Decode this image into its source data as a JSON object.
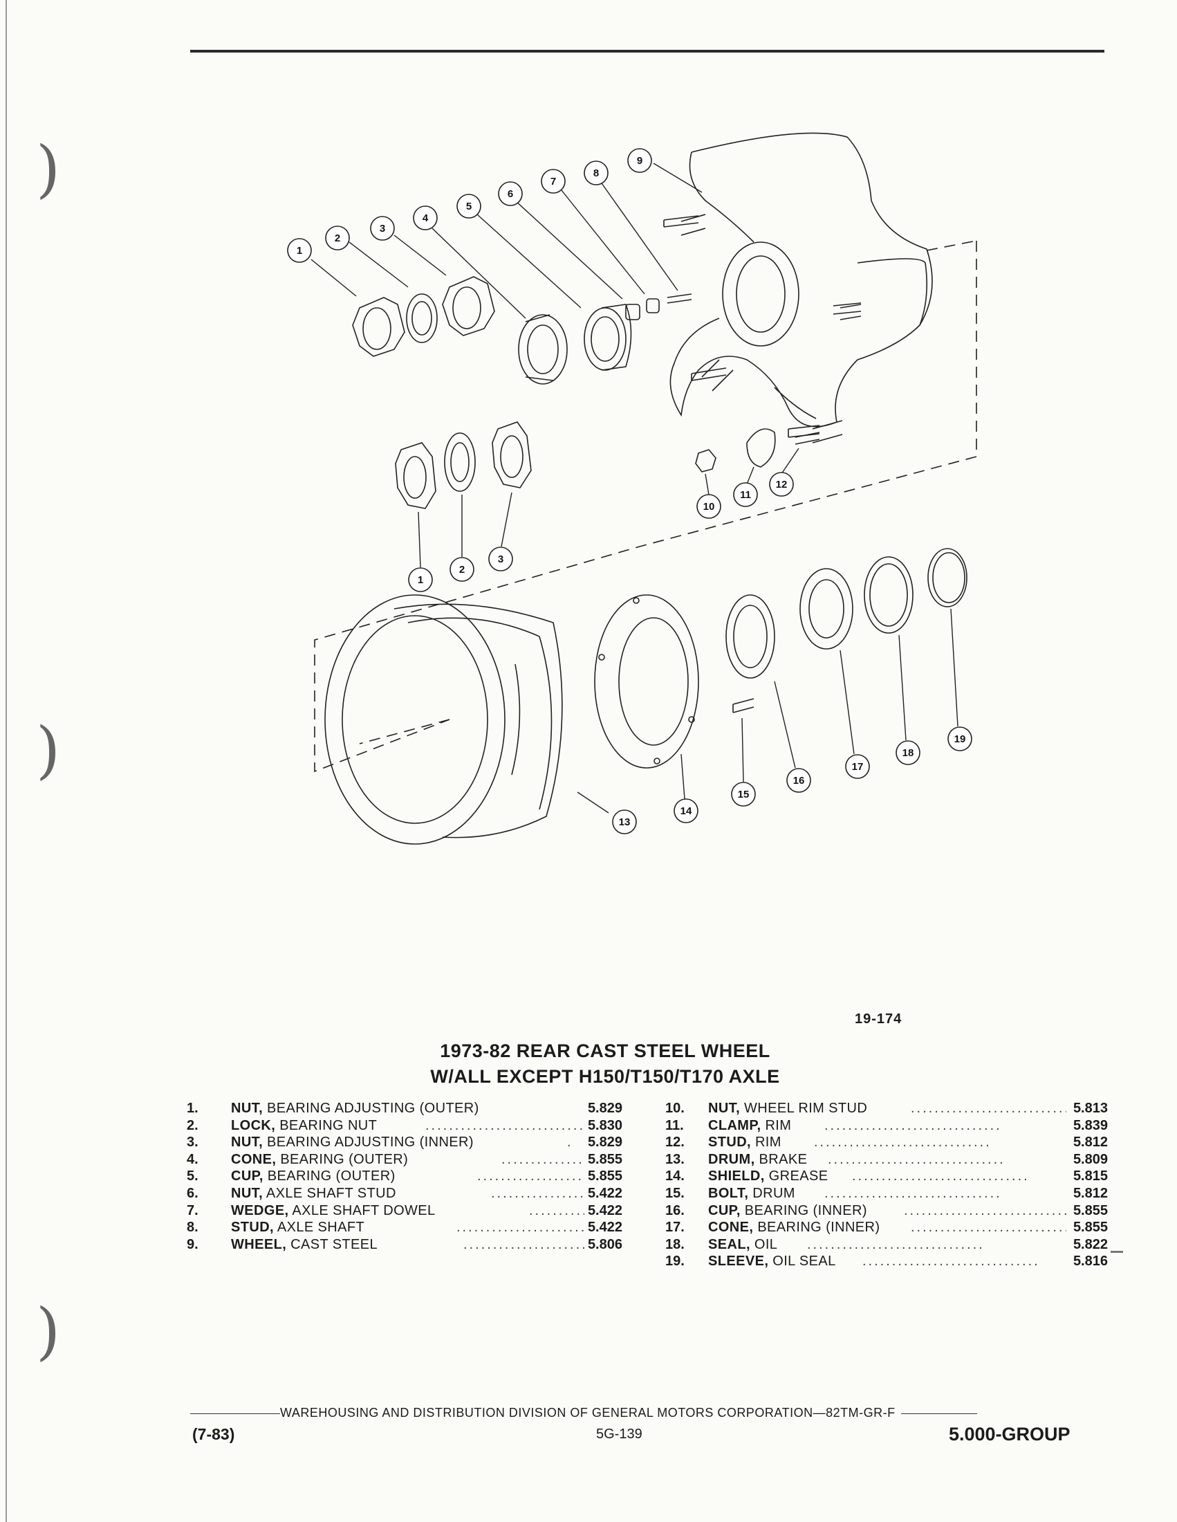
{
  "figure_number": "19-174",
  "title_line1": "1973-82 REAR CAST STEEL WHEEL",
  "title_line2": "W/ALL EXCEPT H150/T150/T170 AXLE",
  "callout_numbers": [
    "1",
    "2",
    "3",
    "4",
    "5",
    "6",
    "7",
    "8",
    "9",
    "10",
    "11",
    "12",
    "1",
    "2",
    "3",
    "13",
    "14",
    "15",
    "16",
    "17",
    "18",
    "19"
  ],
  "parts_left": [
    {
      "num": "1.",
      "noun": "NUT,",
      "desc": "BEARING ADJUSTING (OUTER)",
      "code": "5.829"
    },
    {
      "num": "2.",
      "noun": "LOCK,",
      "desc": "BEARING NUT",
      "code": "5.830"
    },
    {
      "num": "3.",
      "noun": "NUT,",
      "desc": "BEARING ADJUSTING (INNER)",
      "code": "5.829"
    },
    {
      "num": "4.",
      "noun": "CONE,",
      "desc": "BEARING (OUTER)",
      "code": "5.855"
    },
    {
      "num": "5.",
      "noun": "CUP,",
      "desc": "BEARING (OUTER)",
      "code": "5.855"
    },
    {
      "num": "6.",
      "noun": "NUT,",
      "desc": "AXLE SHAFT STUD",
      "code": "5.422"
    },
    {
      "num": "7.",
      "noun": "WEDGE,",
      "desc": "AXLE SHAFT DOWEL",
      "code": "5.422"
    },
    {
      "num": "8.",
      "noun": "STUD,",
      "desc": "AXLE SHAFT",
      "code": "5.422"
    },
    {
      "num": "9.",
      "noun": "WHEEL,",
      "desc": "CAST STEEL",
      "code": "5.806"
    }
  ],
  "parts_right": [
    {
      "num": "10.",
      "noun": "NUT,",
      "desc": "WHEEL RIM STUD",
      "code": "5.813"
    },
    {
      "num": "11.",
      "noun": "CLAMP,",
      "desc": "RIM",
      "code": "5.839"
    },
    {
      "num": "12.",
      "noun": "STUD,",
      "desc": "RIM",
      "code": "5.812"
    },
    {
      "num": "13.",
      "noun": "DRUM,",
      "desc": "BRAKE",
      "code": "5.809"
    },
    {
      "num": "14.",
      "noun": "SHIELD,",
      "desc": "GREASE",
      "code": "5.815"
    },
    {
      "num": "15.",
      "noun": "BOLT,",
      "desc": "DRUM",
      "code": "5.812"
    },
    {
      "num": "16.",
      "noun": "CUP,",
      "desc": "BEARING (INNER)",
      "code": "5.855"
    },
    {
      "num": "17.",
      "noun": "CONE,",
      "desc": "BEARING (INNER)",
      "code": "5.855"
    },
    {
      "num": "18.",
      "noun": "SEAL,",
      "desc": "OIL",
      "code": "5.822"
    },
    {
      "num": "19.",
      "noun": "SLEEVE,",
      "desc": "OIL SEAL",
      "code": "5.816"
    }
  ],
  "footer_division": "WAREHOUSING AND DISTRIBUTION  DIVISION OF GENERAL MOTORS CORPORATION—82TM-GR-F",
  "footer_date": "(7-83)",
  "footer_page": "5G-139",
  "footer_group": "5.000-GROUP"
}
